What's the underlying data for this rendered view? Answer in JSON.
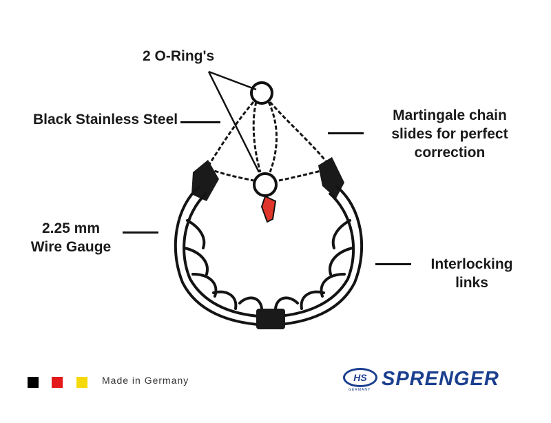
{
  "labels": {
    "o_rings": "2 O-Ring's",
    "steel": "Black Stainless Steel",
    "martingale_line1": "Martingale chain",
    "martingale_line2": "slides for perfect",
    "martingale_line3": "correction",
    "gauge_line1": "2.25 mm",
    "gauge_line2": "Wire Gauge",
    "links_line1": "Interlocking",
    "links_line2": "links"
  },
  "footer": {
    "made_in": "Made in Germany",
    "flag_colors": [
      "#000000",
      "#e3191b",
      "#f5d90a"
    ]
  },
  "brand": {
    "badge": "HS",
    "badge_sub": "GERMANY",
    "name": "SPRENGER",
    "color": "#1b3f8f"
  },
  "tag": {
    "color": "#e0352b"
  }
}
